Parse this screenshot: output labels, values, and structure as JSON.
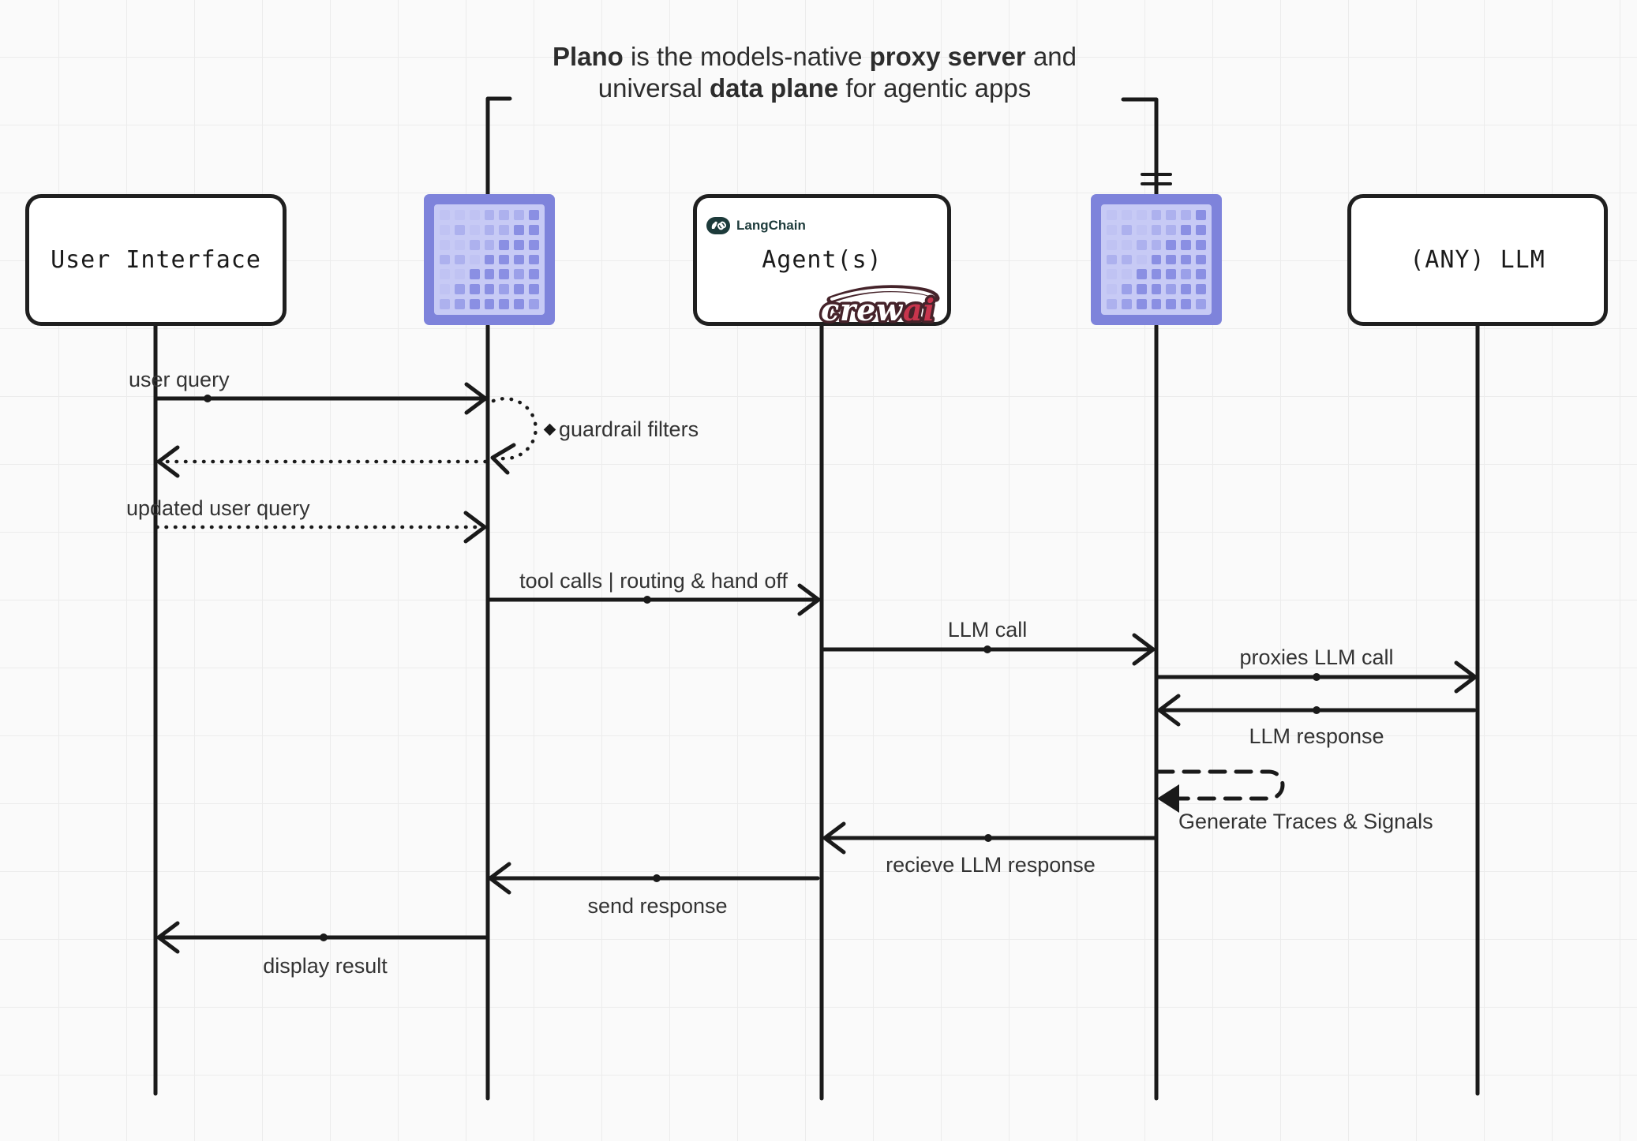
{
  "title": {
    "line1": {
      "b1": "Plano",
      "t1": " is the models-native ",
      "b2": "proxy server",
      "t2": " and"
    },
    "line2": {
      "t1": "universal ",
      "b1": "data plane",
      "t2": " for agentic apps"
    }
  },
  "actors": {
    "user_interface": {
      "label": "User Interface"
    },
    "agents": {
      "label": "Agent(s)",
      "langchain_label": "LangChain",
      "crewai_part1": "crew",
      "crewai_part2": "ai"
    },
    "any_llm": {
      "label": "(ANY) LLM"
    }
  },
  "messages": {
    "user_query": "user query",
    "guardrail_filters": "guardrail filters",
    "updated_user_query": "updated user query",
    "tool_calls": "tool calls | routing & hand off",
    "llm_call": "LLM call",
    "proxies_llm_call": "proxies LLM call",
    "llm_response": "LLM response",
    "generate_traces": "Generate Traces & Signals",
    "recieve_llm_response": "recieve LLM response",
    "send_response": "send response",
    "display_result": "display result"
  },
  "plano_icon": {
    "border_color": "#7e83db",
    "panel_color": "#c7caf5",
    "shades": [
      "#c0c3f3",
      "#adb1ee",
      "#9ba0e9",
      "#8a8fe3"
    ],
    "matrix": [
      "0001113",
      "0101133",
      "0011333",
      "1103333",
      "0033323",
      "0233233",
      "1233332"
    ]
  },
  "colors": {
    "line": "#1a1a1a",
    "langchain_teal": "#1d3b3b",
    "crewai_red": "#c8354d",
    "crewai_outline": "#45232a"
  }
}
